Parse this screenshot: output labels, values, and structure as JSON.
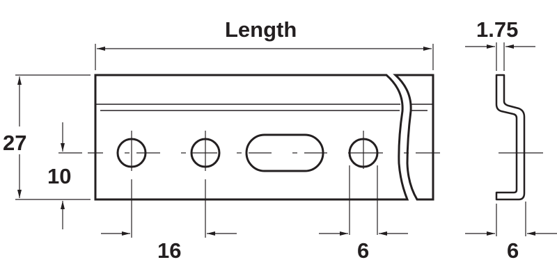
{
  "drawing": {
    "title": "Bracket dimension drawing",
    "units": "mm",
    "line_color": "#231f20",
    "background": "#ffffff"
  },
  "dimensions": {
    "length_label": "Length",
    "thickness": "1.75",
    "height": "27",
    "hole_center_from_bottom": "10",
    "hole_spacing": "16",
    "hole_diameter": "6",
    "profile_depth": "6"
  },
  "views": [
    {
      "name": "front-view",
      "features": [
        "round-hole",
        "round-hole",
        "slotted-hole",
        "round-hole",
        "break-line"
      ]
    },
    {
      "name": "side-profile-view",
      "features": [
        "z-bend-profile"
      ]
    }
  ]
}
